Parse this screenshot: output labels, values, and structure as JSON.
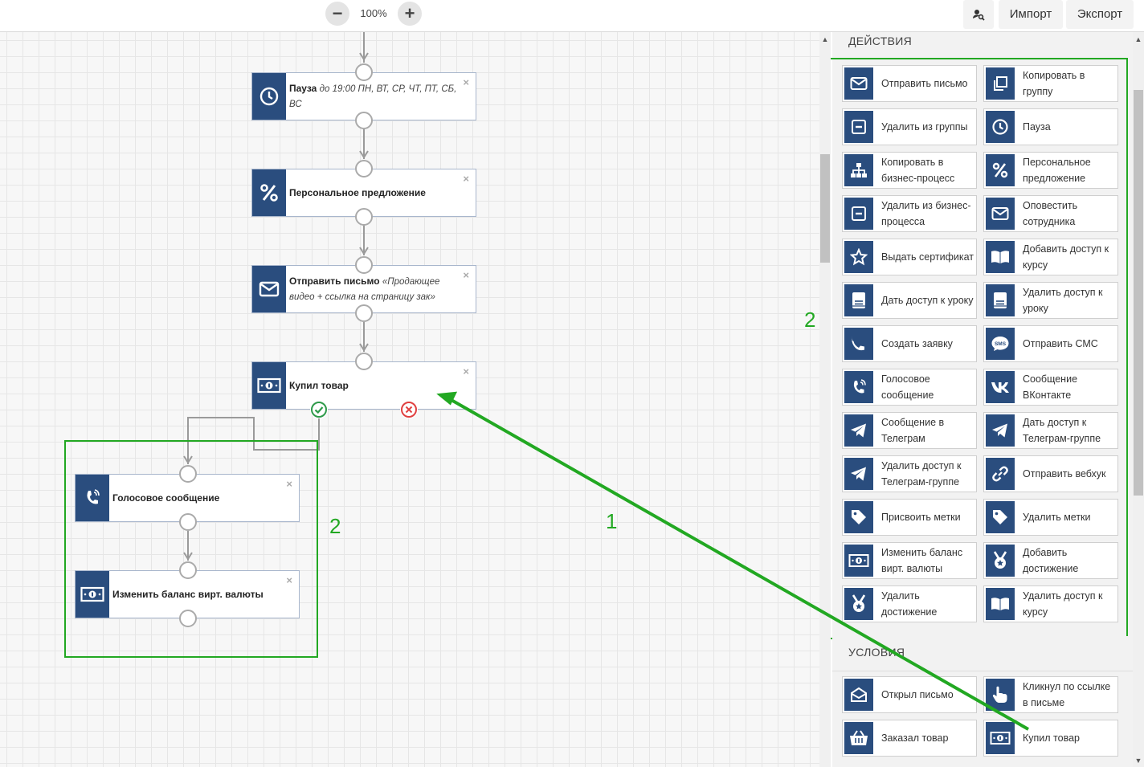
{
  "toolbar": {
    "zoom_out": "−",
    "zoom_level": "100%",
    "zoom_in": "+",
    "import_label": "Импорт",
    "export_label": "Экспорт",
    "search_icon": "user-search-icon"
  },
  "canvas": {
    "nodes": [
      {
        "title": "Пауза",
        "detail": "до 19:00 ПН, ВТ, СР, ЧТ, ПТ, СБ, ВС",
        "icon": "clock-icon"
      },
      {
        "title": "Персональное предложение",
        "detail": "",
        "icon": "percent-icon"
      },
      {
        "title": "Отправить письмо",
        "detail": "«Продающее видео + ссылка на страницу зак»",
        "icon": "envelope-icon"
      },
      {
        "title": "Купил товар",
        "detail": "",
        "icon": "money-icon"
      },
      {
        "title": "Голосовое сообщение",
        "detail": "",
        "icon": "phone-voice-icon"
      },
      {
        "title": "Изменить баланс вирт. валюты",
        "detail": "",
        "icon": "money-icon"
      }
    ],
    "close_symbol": "×"
  },
  "annotations": {
    "label_1": "1",
    "label_2_left": "2",
    "label_2_right": "2",
    "color": "#22a822"
  },
  "panel": {
    "actions_title": "ДЕЙСТВИЯ",
    "conditions_title": "УСЛОВИЯ",
    "actions": [
      {
        "label": "Отправить письмо",
        "icon": "envelope-icon"
      },
      {
        "label": "Копировать в группу",
        "icon": "copy-icon"
      },
      {
        "label": "Удалить из группы",
        "icon": "minus-box-icon"
      },
      {
        "label": "Пауза",
        "icon": "clock-icon"
      },
      {
        "label": "Копировать в бизнес-процесс",
        "icon": "sitemap-icon"
      },
      {
        "label": "Персональное предложение",
        "icon": "percent-icon"
      },
      {
        "label": "Удалить из бизнес-процесса",
        "icon": "minus-box-icon"
      },
      {
        "label": "Оповестить сотрудника",
        "icon": "envelope-icon"
      },
      {
        "label": "Выдать сертификат",
        "icon": "star-icon"
      },
      {
        "label": "Добавить доступ к курсу",
        "icon": "book-icon"
      },
      {
        "label": "Дать доступ к уроку",
        "icon": "lesson-icon"
      },
      {
        "label": "Удалить доступ к уроку",
        "icon": "lesson-icon"
      },
      {
        "label": "Создать заявку",
        "icon": "phone-icon"
      },
      {
        "label": "Отправить СМС",
        "icon": "sms-icon"
      },
      {
        "label": "Голосовое сообщение",
        "icon": "phone-voice-icon"
      },
      {
        "label": "Сообщение ВКонтакте",
        "icon": "vk-icon"
      },
      {
        "label": "Сообщение в Телеграм",
        "icon": "telegram-icon"
      },
      {
        "label": "Дать доступ к Телеграм-группе",
        "icon": "telegram-icon"
      },
      {
        "label": "Удалить доступ к Телеграм-группе",
        "icon": "telegram-icon"
      },
      {
        "label": "Отправить вебхук",
        "icon": "link-icon"
      },
      {
        "label": "Присвоить метки",
        "icon": "tag-icon"
      },
      {
        "label": "Удалить метки",
        "icon": "tag-icon"
      },
      {
        "label": "Изменить баланс вирт. валюты",
        "icon": "money-icon"
      },
      {
        "label": "Добавить достижение",
        "icon": "medal-icon"
      },
      {
        "label": "Удалить достижение",
        "icon": "medal-icon"
      },
      {
        "label": "Удалить доступ к курсу",
        "icon": "book-icon"
      }
    ],
    "conditions": [
      {
        "label": "Открыл письмо",
        "icon": "envelope-open-icon"
      },
      {
        "label": "Кликнул по ссылке в письме",
        "icon": "pointer-icon"
      },
      {
        "label": "Заказал товар",
        "icon": "basket-icon"
      },
      {
        "label": "Купил товар",
        "icon": "money-icon"
      }
    ]
  }
}
